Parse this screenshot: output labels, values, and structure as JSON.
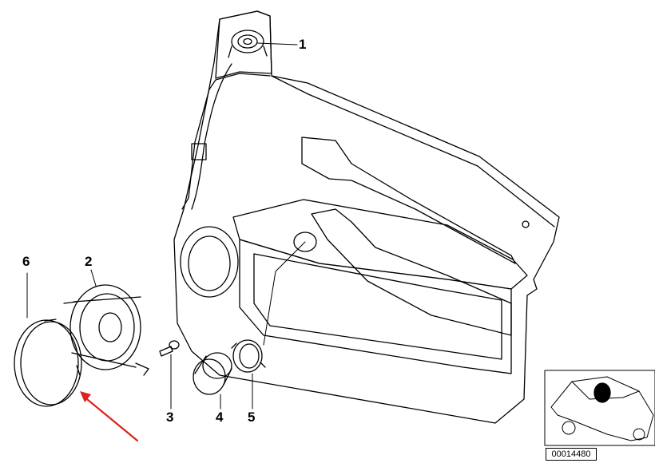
{
  "diagram": {
    "callouts": [
      {
        "id": "1",
        "label": "1"
      },
      {
        "id": "2",
        "label": "2"
      },
      {
        "id": "3",
        "label": "3"
      },
      {
        "id": "4",
        "label": "4"
      },
      {
        "id": "5",
        "label": "5"
      },
      {
        "id": "6",
        "label": "6"
      }
    ],
    "part_number": "00014480",
    "accent_color": "#e0201c"
  }
}
